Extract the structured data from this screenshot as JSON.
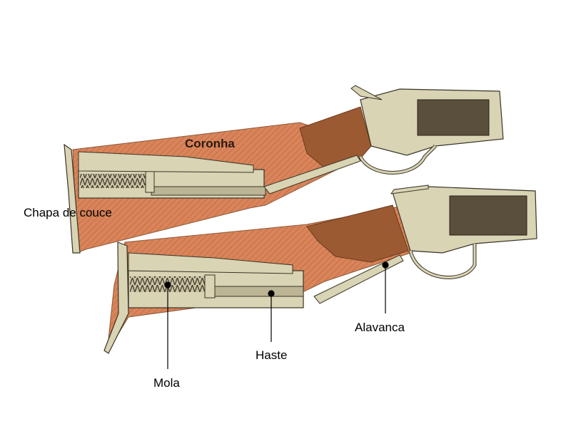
{
  "labels": {
    "coronha": "Coronha",
    "chapa_de_couce": "Chapa de couce",
    "alavanca": "Alavanca",
    "haste": "Haste",
    "mola": "Mola"
  },
  "colors": {
    "wood_hatch": "#d9845a",
    "wood_dark": "#b5693e",
    "walnut": "#9c5a32",
    "metal": "#d8d4b4",
    "metal_dark": "#3a3428",
    "spring": "#5a4a36"
  }
}
